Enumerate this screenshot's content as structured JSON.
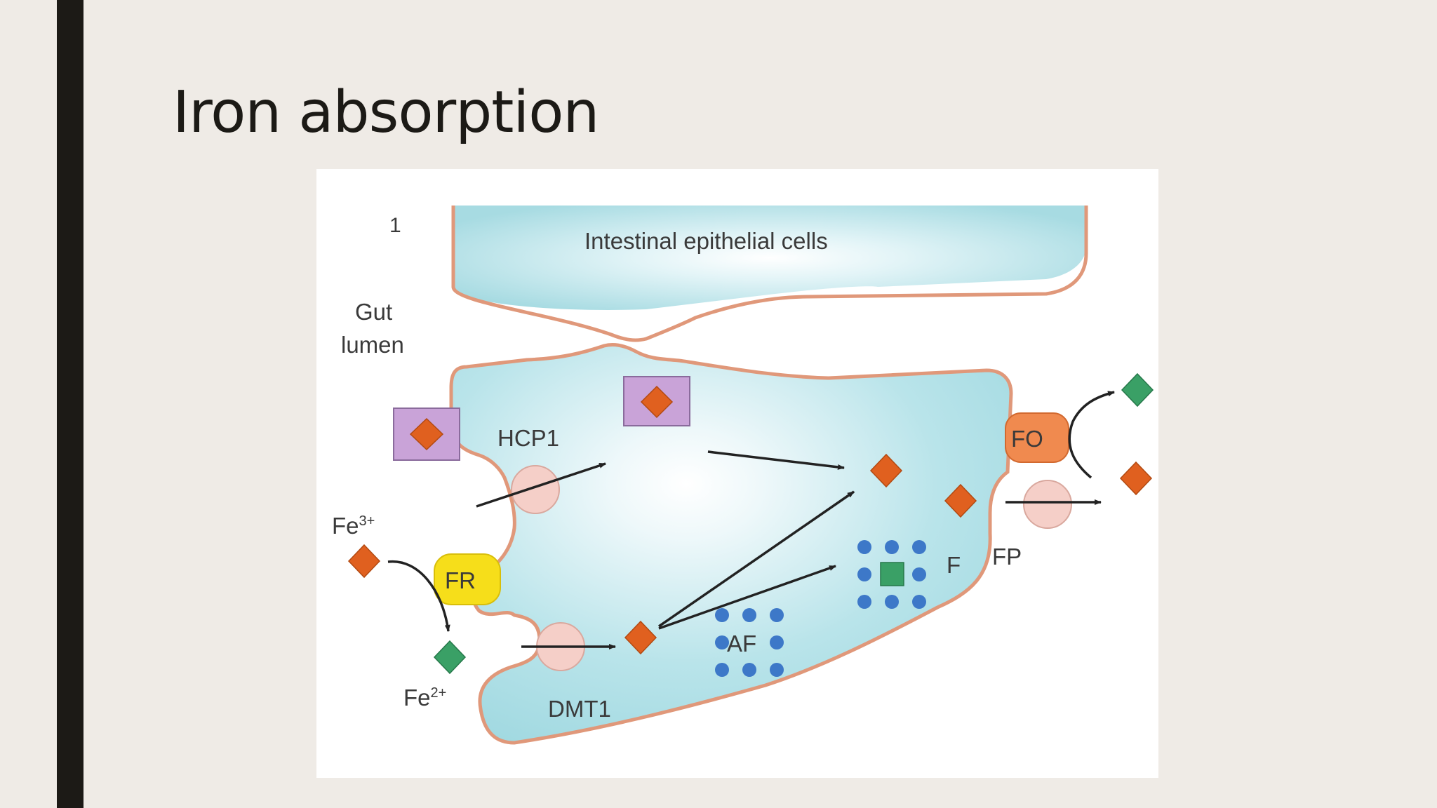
{
  "slide": {
    "title": "Iron absorption"
  },
  "diagram": {
    "panel_number": "1",
    "cells_label": "Intestinal epithelial cells",
    "lumen_label_line1": "Gut",
    "lumen_label_line2": "lumen",
    "hcp1_label": "HCP1",
    "fe3_label": "Fe3+",
    "fe3_base": "Fe",
    "fe3_sup": "3+",
    "fr_label": "FR",
    "fe2_base": "Fe",
    "fe2_sup": "2+",
    "dmt1_label": "DMT1",
    "af_label": "AF",
    "f_label": "F",
    "fp_label": "FP",
    "fo_label": "FO",
    "colors": {
      "cell_fill": "#9fd8e0",
      "membrane": "#e0987a",
      "iron_diamond": "#e0601f",
      "ferrous_diamond": "#3aa066",
      "heme_box": "#c9a3d8",
      "transporter": "#f5cfc8",
      "fr_enzyme": "#f6de1a",
      "fo_enzyme": "#f08a4f",
      "ferritin_dots": "#3d78c8"
    }
  }
}
